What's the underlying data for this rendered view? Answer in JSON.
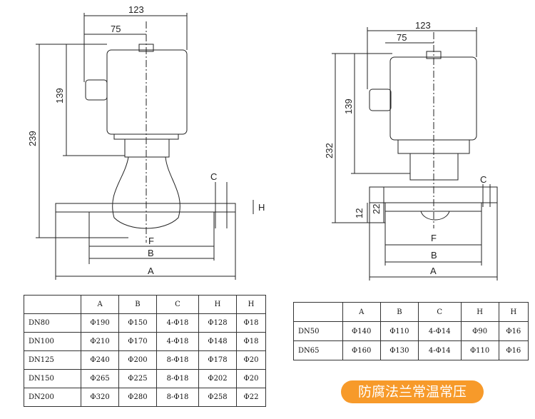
{
  "left_drawing": {
    "dims": {
      "width_total": "123",
      "width_half": "75",
      "height_total": "239",
      "height_housing": "139",
      "C": "C",
      "H": "H",
      "F": "F",
      "B": "B",
      "A": "A"
    }
  },
  "right_drawing": {
    "dims": {
      "width_total": "123",
      "width_half": "75",
      "height_total": "232",
      "height_housing": "139",
      "h22": "22",
      "h12": "12",
      "C": "C",
      "F": "F",
      "B": "B",
      "A": "A"
    }
  },
  "table_left": {
    "headers": [
      "",
      "A",
      "B",
      "C",
      "H",
      "H"
    ],
    "rows": [
      [
        "DN80",
        "Φ190",
        "Φ150",
        "4-Φ18",
        "Φ128",
        "Φ18"
      ],
      [
        "DN100",
        "Φ210",
        "Φ170",
        "4-Φ18",
        "Φ148",
        "Φ18"
      ],
      [
        "DN125",
        "Φ240",
        "Φ200",
        "8-Φ18",
        "Φ178",
        "Φ20"
      ],
      [
        "DN150",
        "Φ265",
        "Φ225",
        "8-Φ18",
        "Φ202",
        "Φ20"
      ],
      [
        "DN200",
        "Φ320",
        "Φ280",
        "8-Φ18",
        "Φ258",
        "Φ22"
      ]
    ]
  },
  "table_right": {
    "headers": [
      "",
      "A",
      "B",
      "C",
      "H",
      "H"
    ],
    "rows": [
      [
        "DN50",
        "Φ140",
        "Φ110",
        "4-Φ14",
        "Φ90",
        "Φ16"
      ],
      [
        "DN65",
        "Φ160",
        "Φ130",
        "4-Φ14",
        "Φ110",
        "Φ16"
      ]
    ]
  },
  "badge": {
    "label": "防腐法兰常温常压",
    "color": "#F79A2A"
  }
}
